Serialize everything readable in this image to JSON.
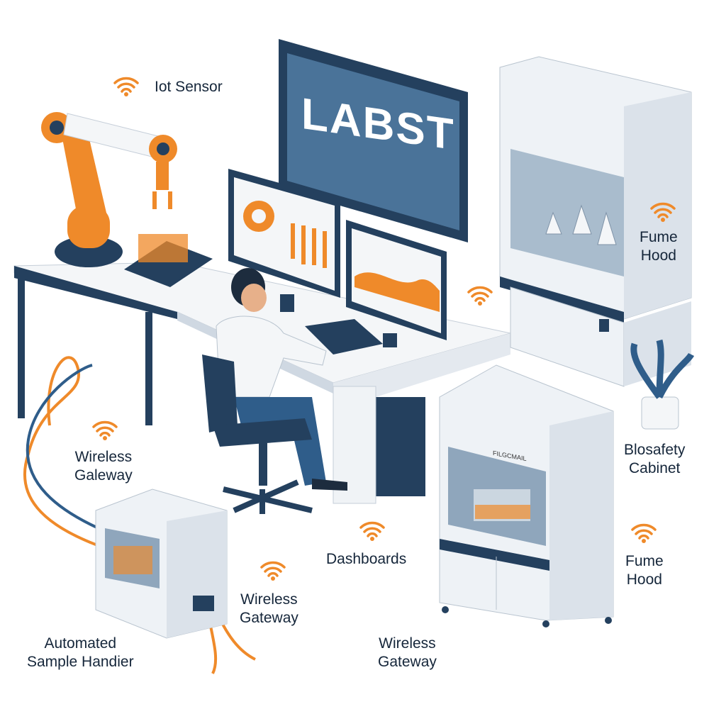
{
  "main_screen": {
    "text": "LABST"
  },
  "cabinet_plate": {
    "text": "FILGCMAIL"
  },
  "labels": {
    "iot_sensor": "Iot Sensor",
    "fume_hood_top": [
      "Fume",
      "Hood"
    ],
    "wireless_gateway_left": [
      "Wireless",
      "Galeway"
    ],
    "biosafety_cabinet": [
      "Blosafety",
      "Cabinet"
    ],
    "dashboards": "Dashboards",
    "wireless_gateway_center": [
      "Wireless",
      "Gateway"
    ],
    "fume_hood_bottom": [
      "Fume",
      "Hood"
    ],
    "sample_handler": [
      "Automated",
      "Sample Handier"
    ],
    "wireless_gateway_bottom": [
      "Wireless",
      "Gateway"
    ]
  },
  "colors": {
    "accent": "#ef8a2a",
    "navy": "#24405e",
    "screen": "#4a7399",
    "panel": "#e9eef3"
  }
}
